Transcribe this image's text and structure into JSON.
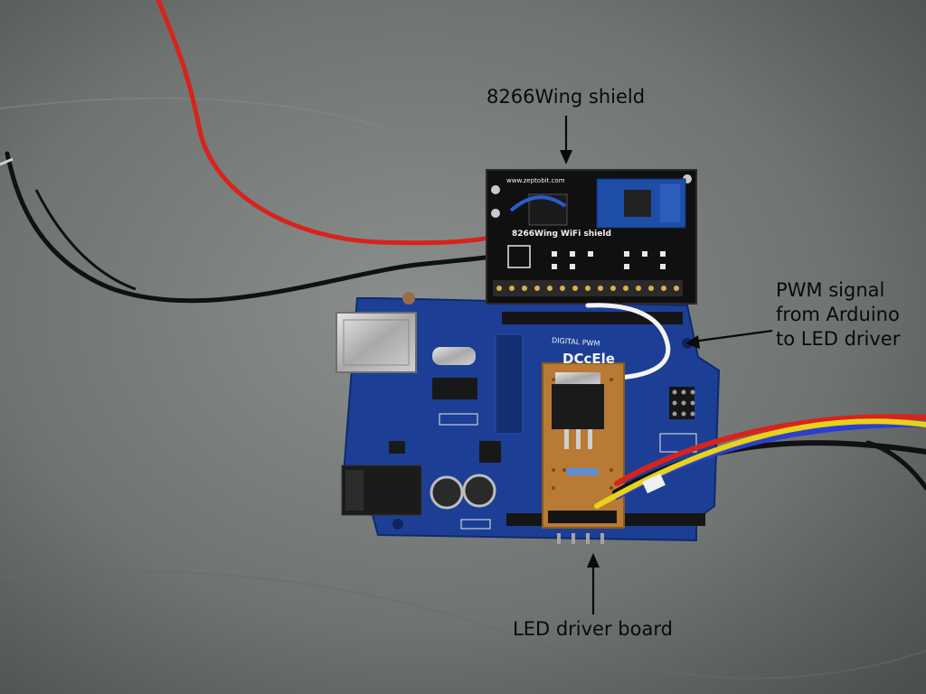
{
  "annotations": {
    "shield": "8266Wing shield",
    "pwm_signal": [
      "PWM signal",
      "from Arduino",
      "to LED driver"
    ],
    "driver_board": "LED driver board"
  },
  "board_markings": {
    "shield_url": "www.zeptobit.com",
    "shield_name": "8266Wing  WiFi  shield",
    "arduino_brand": "DCcEle",
    "digital_header": "DIGITAL PWM"
  },
  "colors": {
    "background": "#747977",
    "arduino_pcb": "#1c3f95",
    "shield_pcb": "#101010",
    "driver_pcb": "#b87a34",
    "wire_red": "#d8231c",
    "wire_black": "#111111",
    "wire_yellow": "#e8d21a",
    "wire_blue": "#2a3fd0",
    "wire_white": "#f4f4f4"
  }
}
